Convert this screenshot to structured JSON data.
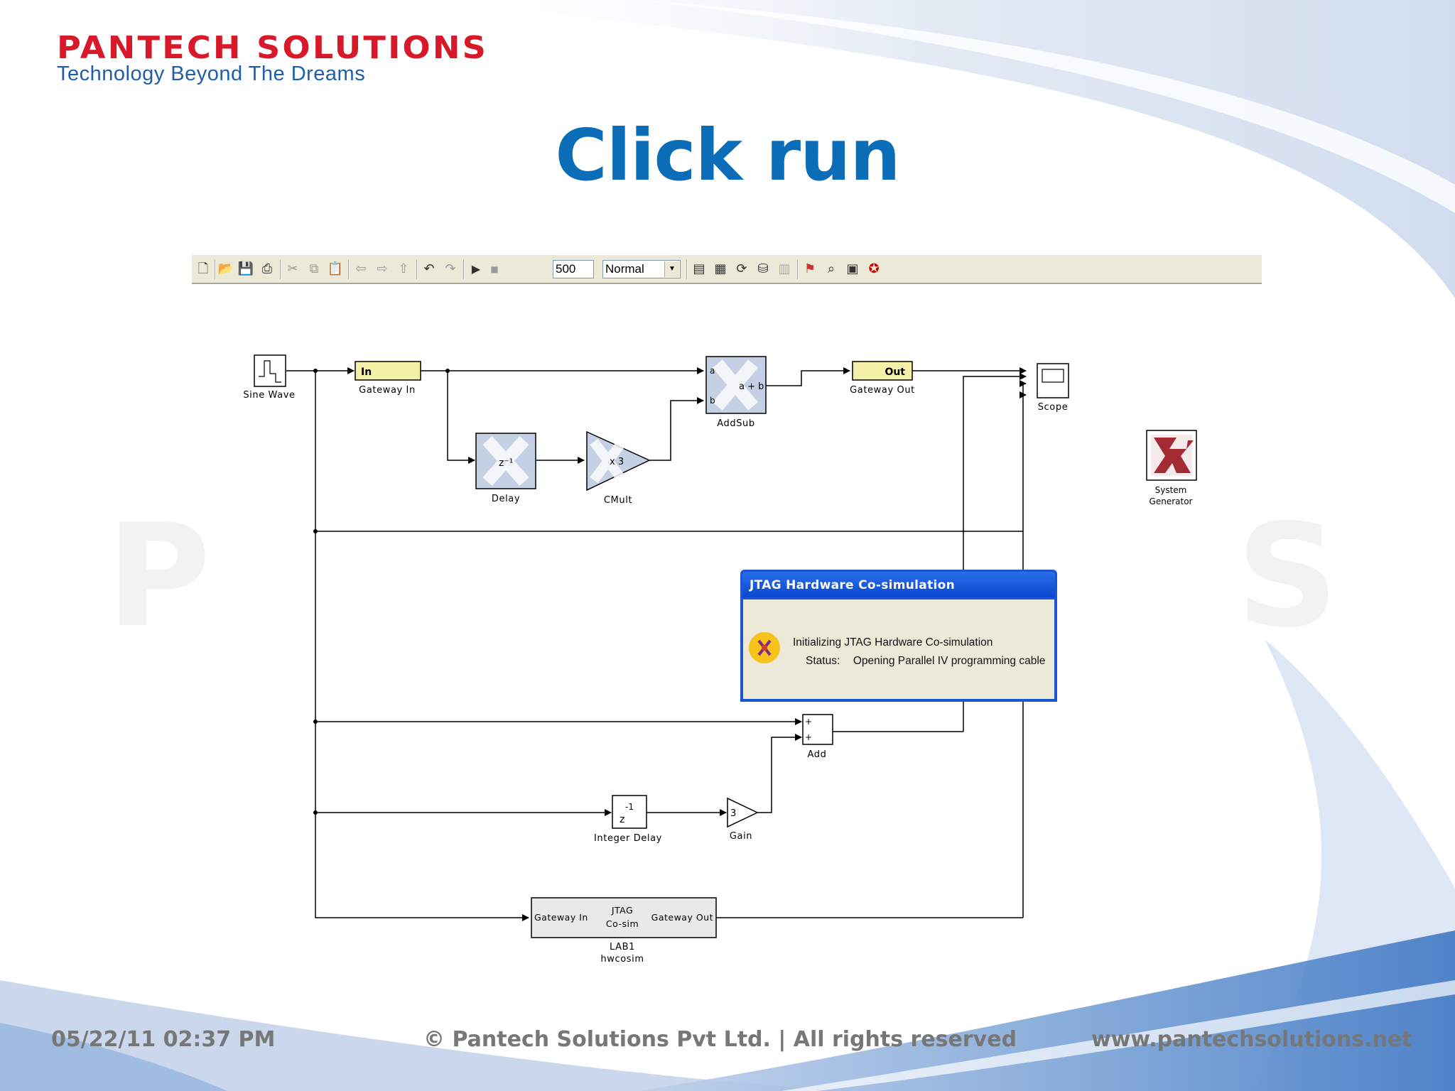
{
  "logo": {
    "name": "PANTECH SOLUTIONS",
    "tagline": "Technology Beyond The Dreams"
  },
  "slide": {
    "title": "Click run"
  },
  "toolbar": {
    "sim_time": "500",
    "sim_mode": "Normal",
    "icons": [
      "new-file-icon",
      "open-icon",
      "save-icon",
      "print-icon",
      "cut-icon",
      "copy-icon",
      "paste-icon",
      "back-icon",
      "forward-icon",
      "up-icon",
      "undo-icon",
      "redo-icon",
      "play-icon",
      "stop-icon",
      "library-browser-icon",
      "build-icon",
      "refresh-icon",
      "update-icon",
      "debug-icon",
      "model-explorer-icon",
      "zoom-icon",
      "debugger-icon",
      "help-icon"
    ]
  },
  "blocks": {
    "sine_wave": "Sine Wave",
    "gateway_in": "Gateway In",
    "gateway_in_tag": "In",
    "gateway_out": "Gateway Out",
    "gateway_out_tag": "Out",
    "addsub": "AddSub",
    "addsub_a": "a",
    "addsub_b": "b",
    "addsub_expr": "a + b",
    "scope": "Scope",
    "delay": "Delay",
    "delay_expr": "z⁻¹",
    "cmult": "CMult",
    "cmult_expr": "x 3",
    "system_generator": "System",
    "system_generator_2": "Generator",
    "add": "Add",
    "add_plus": "+",
    "integer_delay": "Integer Delay",
    "integer_delay_exp": "-1",
    "integer_delay_z": "z",
    "gain": "Gain",
    "gain_value": "3",
    "cosim_in": "Gateway In",
    "cosim_mid_1": "JTAG",
    "cosim_mid_2": "Co-sim",
    "cosim_out": "Gateway Out",
    "cosim_name_1": "LAB1",
    "cosim_name_2": "hwcosim"
  },
  "dialog": {
    "title": "JTAG Hardware Co-simulation",
    "message": "Initializing JTAG Hardware Co-simulation",
    "status_label": "Status:",
    "status_value": "Opening Parallel IV programming cable"
  },
  "footer": {
    "datetime": "05/22/11 02:37 PM",
    "copyright": "© Pantech Solutions Pvt Ltd. | All rights reserved",
    "website": "www.pantechsolutions.net"
  },
  "colors": {
    "title": "#0b6db7",
    "logo_red": "#d7192a",
    "logo_blue": "#1f5fa8",
    "dialog_blue": "#1a56d4",
    "footer_gray": "#777777"
  }
}
